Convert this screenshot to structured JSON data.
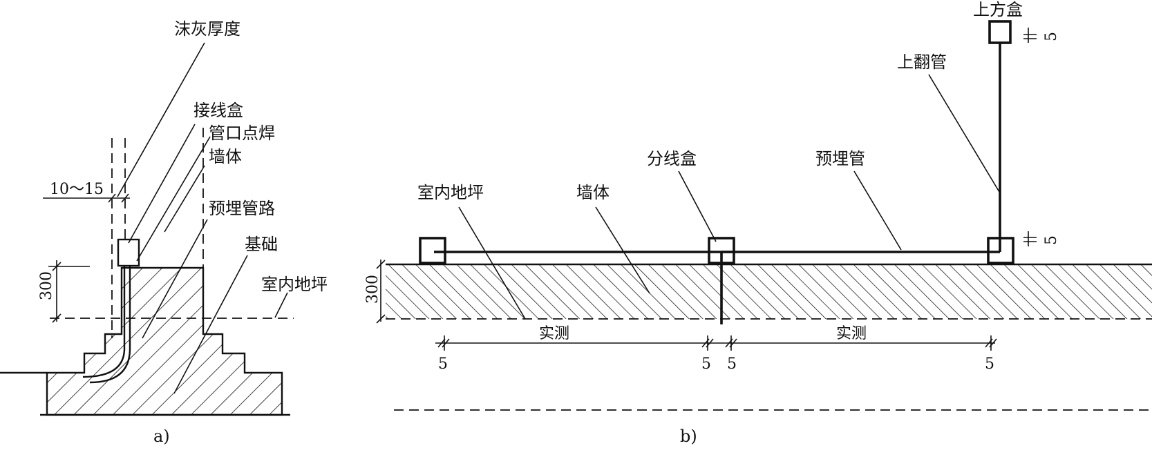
{
  "figure_a": {
    "caption": "a)",
    "labels": {
      "plaster_thickness": "沫灰厚度",
      "junction_box": "接线盒",
      "pipe_weld": "管口点焊",
      "wall": "墙体",
      "embedded_pipe": "预埋管路",
      "foundation": "基础",
      "indoor_floor": "室内地坪"
    },
    "dims": {
      "offset": "10～15",
      "height": "300"
    }
  },
  "figure_b": {
    "caption": "b)",
    "labels": {
      "indoor_floor": "室内地坪",
      "wall": "墙体",
      "branch_box": "分线盒",
      "embedded_pipe": "预埋管",
      "riser_pipe": "上翻管",
      "upper_box": "上方盒"
    },
    "dims": {
      "height": "300",
      "measured_left": "实测",
      "measured_right": "实测",
      "gap_1": "5",
      "gap_2": "5",
      "gap_3": "5",
      "gap_4": "5",
      "top_gap_upper": "5",
      "top_gap_lower": "5"
    }
  }
}
